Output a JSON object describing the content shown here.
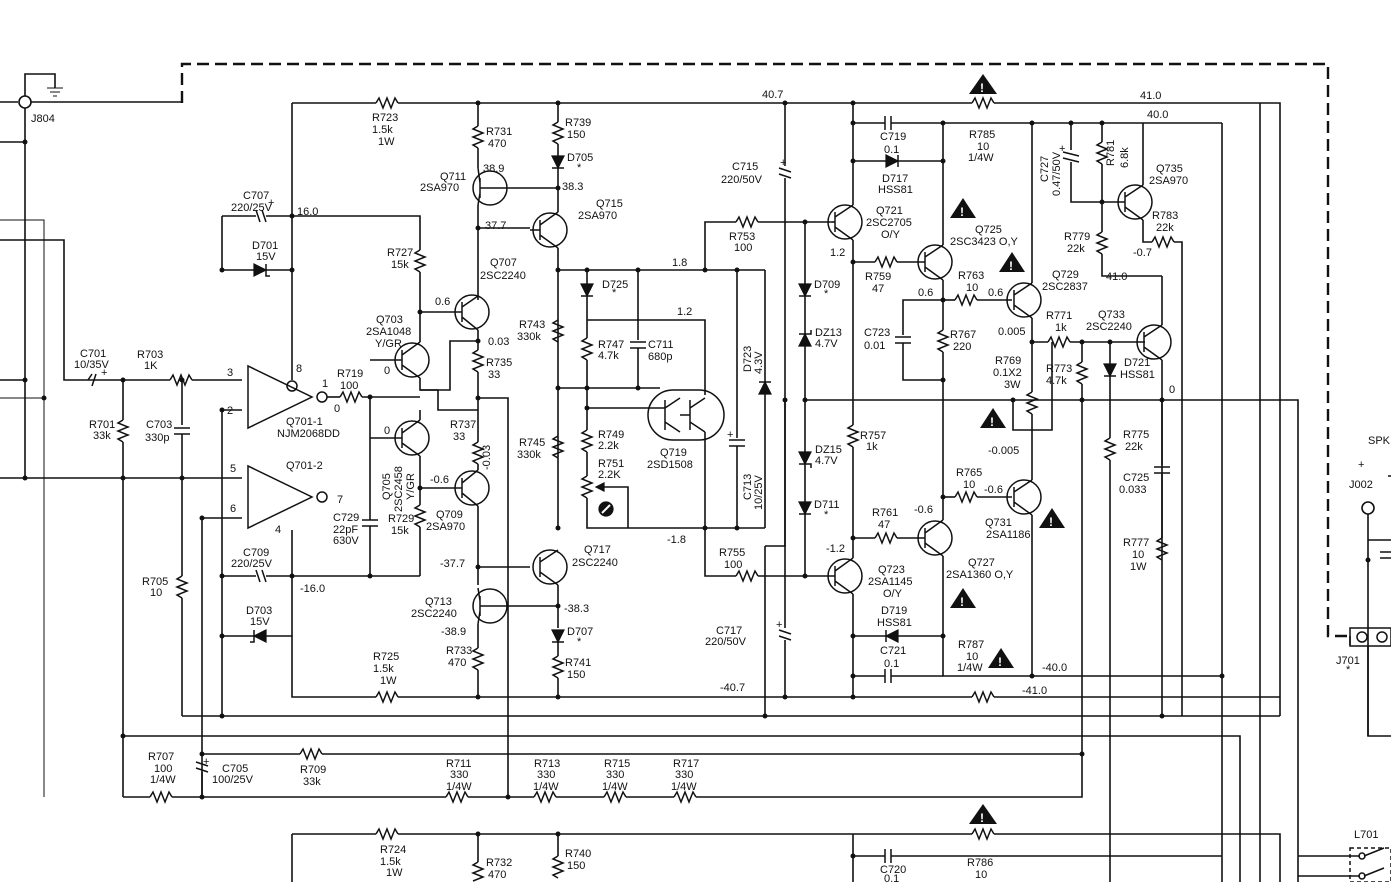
{
  "connectors": {
    "j804": "J804",
    "j002": "J002",
    "j002_plus": "+",
    "j701": "J701",
    "l701": "L701",
    "spk": "SPK"
  },
  "rails": {
    "v40_7": "40.7",
    "v41_0_top": "41.0",
    "v40_0_top": "40.0",
    "v41_0_mid": "41.0",
    "v16_0": "16.0",
    "vn16_0": "-16.0",
    "vn40_7": "-40.7",
    "vn40_0": "-40.0",
    "vn41_0": "-41.0",
    "v1_8": "1.8",
    "vn1_8": "-1.8",
    "v1_2": "1.2"
  },
  "node_voltages": {
    "q711_e": "38.9",
    "q715_e": "38.3",
    "q707_c": "37.7",
    "q707_b": "0.6",
    "q709_e": "0.03",
    "q709_b": "-0.03",
    "q703_b": "0",
    "q705_b": "0",
    "r719_out": "0",
    "q709_bn": "-0.6",
    "q713_c": "-37.7",
    "q713_e": "-38.9",
    "q717_e": "-38.3",
    "q721_b": "1.2",
    "q725_b": "0.6",
    "q729_b": "0.6",
    "q729_e": "0.005",
    "q735_c": "-0.7",
    "out_node": "0",
    "r769_n": "-0.005",
    "q731_b": "-0.6",
    "q727_b": "-0.6",
    "q723_b": "-1.2"
  },
  "ics": {
    "q701_1": "Q701-1",
    "q701_1_part": "NJM2068DD",
    "q701_2": "Q701-2",
    "pin3": "3",
    "pin2": "2",
    "pin8": "8",
    "pin1": "1",
    "pin5": "5",
    "pin6": "6",
    "pin7": "7",
    "pin4": "4"
  },
  "transistors": {
    "q711": "Q711",
    "q711_p": "2SA970",
    "q715": "Q715",
    "q715_p": "2SA970",
    "q707": "Q707",
    "q707_p": "2SC2240",
    "q703": "Q703",
    "q703_p": "2SA1048",
    "q703_r": "Y/GR",
    "q705": "Q705",
    "q705_p": "2SC2458",
    "q705_r": "Y/GR",
    "q709": "Q709",
    "q709_p": "2SA970",
    "q713": "Q713",
    "q713_p": "2SC2240",
    "q717": "Q717",
    "q717_p": "2SC2240",
    "q719": "Q719",
    "q719_p": "2SD1508",
    "q721": "Q721",
    "q721_p": "2SC2705",
    "q721_r": "O/Y",
    "q725": "Q725",
    "q725_p": "2SC3423 O,Y",
    "q729": "Q729",
    "q729_p": "2SC2837",
    "q735": "Q735",
    "q735_p": "2SA970",
    "q733": "Q733",
    "q733_p": "2SC2240",
    "q723": "Q723",
    "q723_p": "2SA1145",
    "q723_r": "O/Y",
    "q727": "Q727",
    "q727_p": "2SA1360 O,Y",
    "q731": "Q731",
    "q731_p": "2SA1186"
  },
  "resistors": {
    "r723": "R723",
    "r723_v": "1.5k",
    "r723_w": "1W",
    "r731": "R731",
    "r731_v": "470",
    "r739": "R739",
    "r739_v": "150",
    "r727": "R727",
    "r727_v": "15k",
    "r743": "R743",
    "r743_v": "330k",
    "r747": "R747",
    "r747_v": "4.7k",
    "r749": "R749",
    "r749_v": "2.2k",
    "r751": "R751",
    "r751_v": "2.2K",
    "r745": "R745",
    "r745_v": "330k",
    "r735": "R735",
    "r735_v": "33",
    "r737": "R737",
    "r737_v": "33",
    "r719": "R719",
    "r719_v": "100",
    "r703": "R703",
    "r703_v": "1K",
    "r701": "R701",
    "r701_v": "33k",
    "r705": "R705",
    "r705_v": "10",
    "r729": "R729",
    "r729_v": "15k",
    "r725": "R725",
    "r725_v": "1.5k",
    "r725_w": "1W",
    "r733": "R733",
    "r733_v": "470",
    "r741": "R741",
    "r741_v": "150",
    "r753": "R753",
    "r753_v": "100",
    "r755": "R755",
    "r755_v": "100",
    "r759": "R759",
    "r759_v": "47",
    "r757": "R757",
    "r757_v": "1k",
    "r761": "R761",
    "r761_v": "47",
    "r785": "R785",
    "r785_v": "10",
    "r785_w": "1/4W",
    "r763": "R763",
    "r763_v": "10",
    "r767": "R767",
    "r767_v": "220",
    "r769": "R769",
    "r769_v": "0.1X2",
    "r769_w": "3W",
    "r765": "R765",
    "r765_v": "10",
    "r787": "R787",
    "r787_v": "10",
    "r787_w": "1/4W",
    "r781": "R781",
    "r781_v": "6.8k",
    "r779": "R779",
    "r779_v": "22k",
    "r783": "R783",
    "r783_v": "22k",
    "r771": "R771",
    "r771_v": "1k",
    "r773": "R773",
    "r773_v": "4.7k",
    "r775": "R775",
    "r775_v": "22k",
    "r777": "R777",
    "r777_v": "10",
    "r777_w": "1W",
    "r707": "R707",
    "r707_v": "100",
    "r707_w": "1/4W",
    "r709": "R709",
    "r709_v": "33k",
    "r711": "R711",
    "r711_v": "330",
    "r711_w": "1/4W",
    "r713": "R713",
    "r713_v": "330",
    "r713_w": "1/4W",
    "r715": "R715",
    "r715_v": "330",
    "r715_w": "1/4W",
    "r717": "R717",
    "r717_v": "330",
    "r717_w": "1/4W",
    "r724": "R724",
    "r724_v": "1.5k",
    "r724_w": "1W",
    "r732": "R732",
    "r732_v": "470",
    "r740": "R740",
    "r740_v": "150",
    "r786": "R786",
    "r786_v": "10"
  },
  "capacitors": {
    "c707": "C707",
    "c707_v": "220/25V",
    "c701": "C701",
    "c701_v": "10/35V",
    "c703": "C703",
    "c703_v": "330p",
    "c709": "C709",
    "c709_v": "220/25V",
    "c729": "C729",
    "c729_v": "22pF",
    "c729_v2": "630V",
    "c711": "C711",
    "c711_v": "680p",
    "c713": "C713",
    "c713_v": "10/25V",
    "c715": "C715",
    "c715_v": "220/50V",
    "c717": "C717",
    "c717_v": "220/50V",
    "c719": "C719",
    "c719_v": "0.1",
    "c721": "C721",
    "c721_v": "0.1",
    "c723": "C723",
    "c723_v": "0.01",
    "c725": "C725",
    "c725_v": "0.033",
    "c727": "C727",
    "c727_v": "0.47/50V",
    "c705": "C705",
    "c705_v": "100/25V",
    "c720": "C720",
    "c720_v": "0.1"
  },
  "diodes": {
    "d701": "D701",
    "d701_v": "15V",
    "d703": "D703",
    "d703_v": "15V",
    "d705": "D705",
    "d707": "D707",
    "d725": "D725",
    "d723": "D723",
    "d723_v": "4.3V",
    "d709": "D709",
    "d713": "DZ13",
    "d713_v": "4.7V",
    "d715": "DZ15",
    "d715_v": "4.7V",
    "d711": "D711",
    "d717": "D717",
    "d717_p": "HSS81",
    "d719": "D719",
    "d719_p": "HSS81",
    "d721": "D721",
    "d721_p": "HSS81",
    "asterisk": "*"
  },
  "warnings": {
    "mark": "!"
  }
}
